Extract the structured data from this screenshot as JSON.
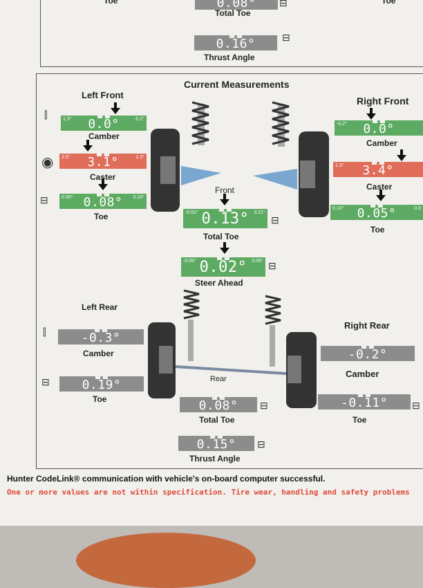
{
  "top_section": {
    "partial_top_left": "Toe",
    "partial_top_right": "Toe",
    "partial_total_toe_value": "0.08°",
    "total_toe_label": "Total Toe",
    "thrust_angle_value": "0.16°",
    "thrust_angle_label": "Thrust Angle"
  },
  "main": {
    "title": "Current Measurements",
    "front_label": "Front",
    "rear_label": "Rear",
    "left_front": {
      "title": "Left Front",
      "camber": {
        "value": "0.0°",
        "lo": "1.3°",
        "hi": "-0.2°",
        "label": "Camber",
        "status": "green"
      },
      "caster": {
        "value": "3.1°",
        "lo": "2.5°",
        "hi": "1.3°",
        "label": "Caster",
        "status": "red"
      },
      "toe": {
        "value": "0.08°",
        "lo": "0.00°",
        "hi": "0.10°",
        "label": "Toe",
        "status": "green"
      }
    },
    "right_front": {
      "title": "Right Front",
      "camber": {
        "value": "0.0°",
        "lo": "-0.2°",
        "label": "Camber",
        "status": "green"
      },
      "caster": {
        "value": "3.4°",
        "lo": "1.3°",
        "label": "Caster",
        "status": "red"
      },
      "toe": {
        "value": "0.05°",
        "lo": "0.10°",
        "hi": "0.0",
        "label": "Toe",
        "status": "green"
      }
    },
    "front_total_toe": {
      "value": "0.13°",
      "lo": "-0.01°",
      "hi": "0.21°",
      "label": "Total Toe"
    },
    "steer_ahead": {
      "value": "0.02°",
      "lo": "-0.05°",
      "hi": "0.05°",
      "label": "Steer Ahead"
    },
    "left_rear": {
      "title": "Left Rear",
      "camber": {
        "value": "-0.3°",
        "label": "Camber"
      },
      "toe": {
        "value": "0.19°",
        "label": "Toe"
      }
    },
    "right_rear": {
      "title": "Right Rear",
      "camber": {
        "value": "-0.2°",
        "label": "Camber"
      },
      "toe": {
        "value": "-0.11°",
        "label": "Toe"
      }
    },
    "rear_total_toe": {
      "value": "0.08°",
      "label": "Total Toe"
    },
    "rear_thrust_angle": {
      "value": "0.15°",
      "label": "Thrust Angle"
    }
  },
  "footer": {
    "line1": "Hunter CodeLink® communication with vehicle's on-board computer successful.",
    "line2": "One or more values are not within specification.  Tire wear, handling and safety problems"
  },
  "colors": {
    "in_spec": "#5daa62",
    "out_of_spec": "#e06c5a",
    "no_spec": "#8c8c8c"
  }
}
